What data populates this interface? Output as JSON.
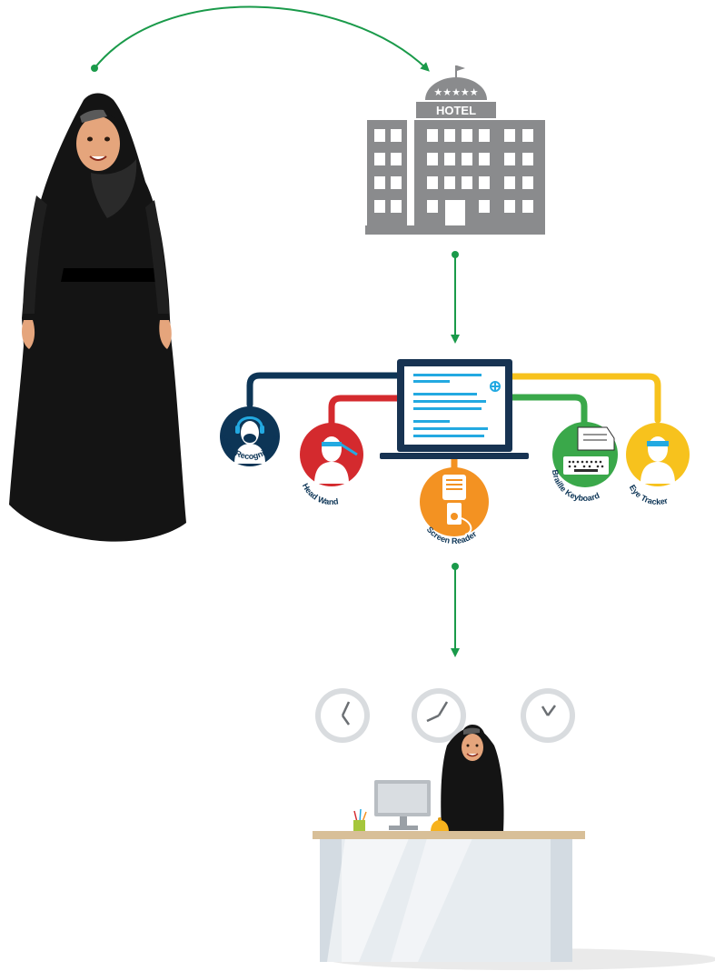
{
  "colors": {
    "arrow": "#1a9a4a",
    "hotel": "#8a8b8d",
    "voice": "#0d3556",
    "head": "#d42a2e",
    "screen": "#f39222",
    "braille": "#3aa84a",
    "eye": "#f7c21d",
    "monitor": "#173352",
    "screen_lines": "#23a9e1",
    "abaya": "#141414",
    "skin": "#e5a57c",
    "desk_top": "#d8bf98",
    "desk_front": "#e7ecf0",
    "clock_ring": "#d9dcdf"
  },
  "hotel": {
    "sign": "HOTEL",
    "stars": "★★★★★"
  },
  "tools": [
    {
      "label": "Voice Recognition Software",
      "icon": "headset-icon"
    },
    {
      "label": "Head Wand",
      "icon": "head-wand-icon"
    },
    {
      "label": "Screen Reader",
      "icon": "speaker-icon"
    },
    {
      "label": "Braille Keyboard",
      "icon": "braille-keyboard-icon"
    },
    {
      "label": "Eye Tracker",
      "icon": "eye-tracker-icon"
    }
  ]
}
